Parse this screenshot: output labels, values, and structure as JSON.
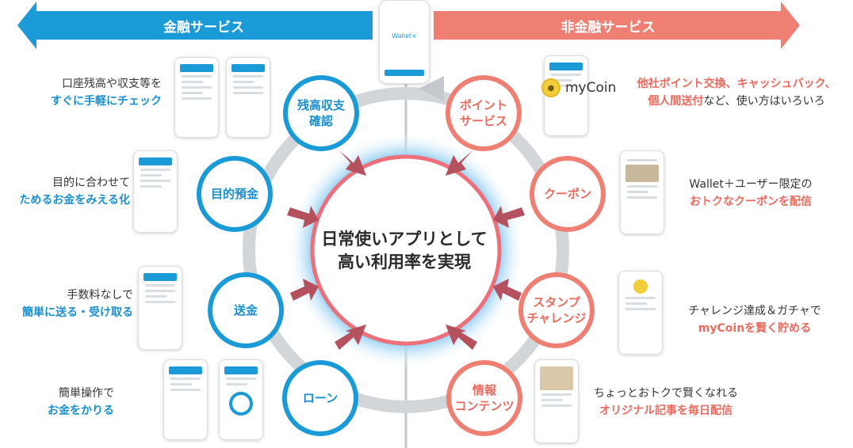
{
  "banners": {
    "left": "金融サービス",
    "right": "非金融サービス"
  },
  "wallet_phone": {
    "label": "Wallet+"
  },
  "center": {
    "line1": "日常使いアプリとして",
    "line2": "高い利用率を実現"
  },
  "nodes": {
    "balance": "残高収支\n確認",
    "goal_savings": "目的預金",
    "transfer": "送金",
    "loan": "ローン",
    "points": "ポイント\nサービス",
    "coupon": "クーポン",
    "stamp": "スタンプ\nチャレンジ",
    "info": "情報\nコンテンツ"
  },
  "descriptions": {
    "balance": {
      "line1": "口座残高や収支等を",
      "line2_hl": "すぐに手軽にチェック"
    },
    "goal_savings": {
      "line1": "目的に合わせて",
      "line2_hl": "ためるお金をみえる化"
    },
    "transfer": {
      "line1": "手数料なしで",
      "line2_hl": "簡単に送る・受け取る"
    },
    "loan": {
      "line1": "簡単操作で",
      "line2_hl": "お金をかりる"
    },
    "points": {
      "line1_hl": "他社ポイント交換、キャッシュバック、",
      "line2_hl": "個人間送付",
      "line2_rest": "など、使い方はいろいろ"
    },
    "coupon": {
      "line1": "Wallet＋ユーザー限定の",
      "line2_hl": "おトクなクーポンを配信"
    },
    "stamp": {
      "line1": "チャレンジ達成＆ガチャで",
      "line2_hl": "myCoinを賢く貯める"
    },
    "info": {
      "line1": "ちょっとおトクで賢くなれる",
      "line2_hl": "オリジナル記事を毎日配信"
    }
  },
  "mycoin_logo": {
    "text": "myCoin"
  },
  "colors": {
    "finance": "#1a9ad6",
    "non_finance": "#ef7f72",
    "ring": "#c4c8cc",
    "arrow": "#b5505e"
  }
}
